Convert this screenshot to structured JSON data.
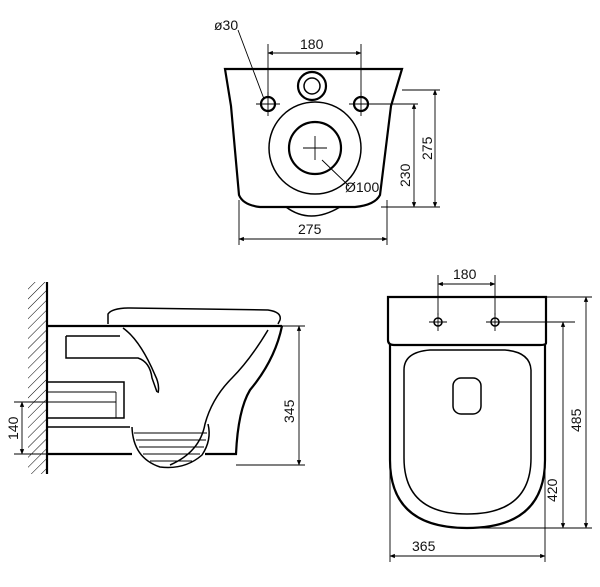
{
  "labels": {
    "pipe_diameter": "ø30",
    "top_hole_spacing": "180",
    "outlet_diameter": "Ø100",
    "height_230": "230",
    "height_275": "275",
    "top_width": "275",
    "fixing_height": "140",
    "side_height": "345",
    "plan_hole_spacing": "180",
    "plan_length": "485",
    "plan_seat_length": "420",
    "plan_width": "365"
  },
  "colors": {
    "ink": "#000000",
    "background": "#ffffff"
  }
}
